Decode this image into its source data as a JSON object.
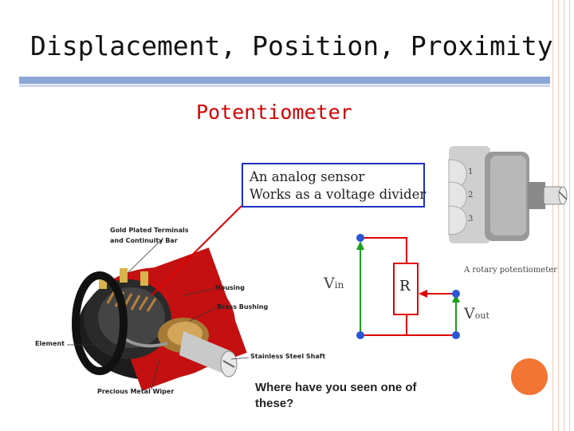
{
  "slide": {
    "title": "Displacement, Position, Proximity",
    "subtitle": "Potentiometer",
    "info_box": {
      "line1": "An analog sensor",
      "line2": "Works as a voltage divider"
    },
    "question": "Where have you seen one of these?"
  },
  "cutaway_labels": {
    "terminals_line1": "Gold Plated Terminals",
    "terminals_line2": "and Continuity Bar",
    "housing": "Housing",
    "bushing": "Brass Bushing",
    "element": "Element",
    "shaft": "Stainless Steel Shaft",
    "wiper": "Precious  Metal Wiper"
  },
  "circuit": {
    "vin": "V",
    "vin_sub": "in",
    "resistor": "R",
    "vout": "V",
    "vout_sub": "out"
  },
  "rotary": {
    "caption": "A rotary potentiometer",
    "pin1": "1",
    "pin2": "2",
    "pin3": "3"
  },
  "colors": {
    "title_bar": "#8ca6d8",
    "subtitle": "#d20000",
    "info_border": "#1d31c4",
    "circuit_red": "#e00000",
    "circuit_green": "#1aa01a",
    "node_blue": "#2a55d8",
    "accent_dot": "#f37534"
  }
}
